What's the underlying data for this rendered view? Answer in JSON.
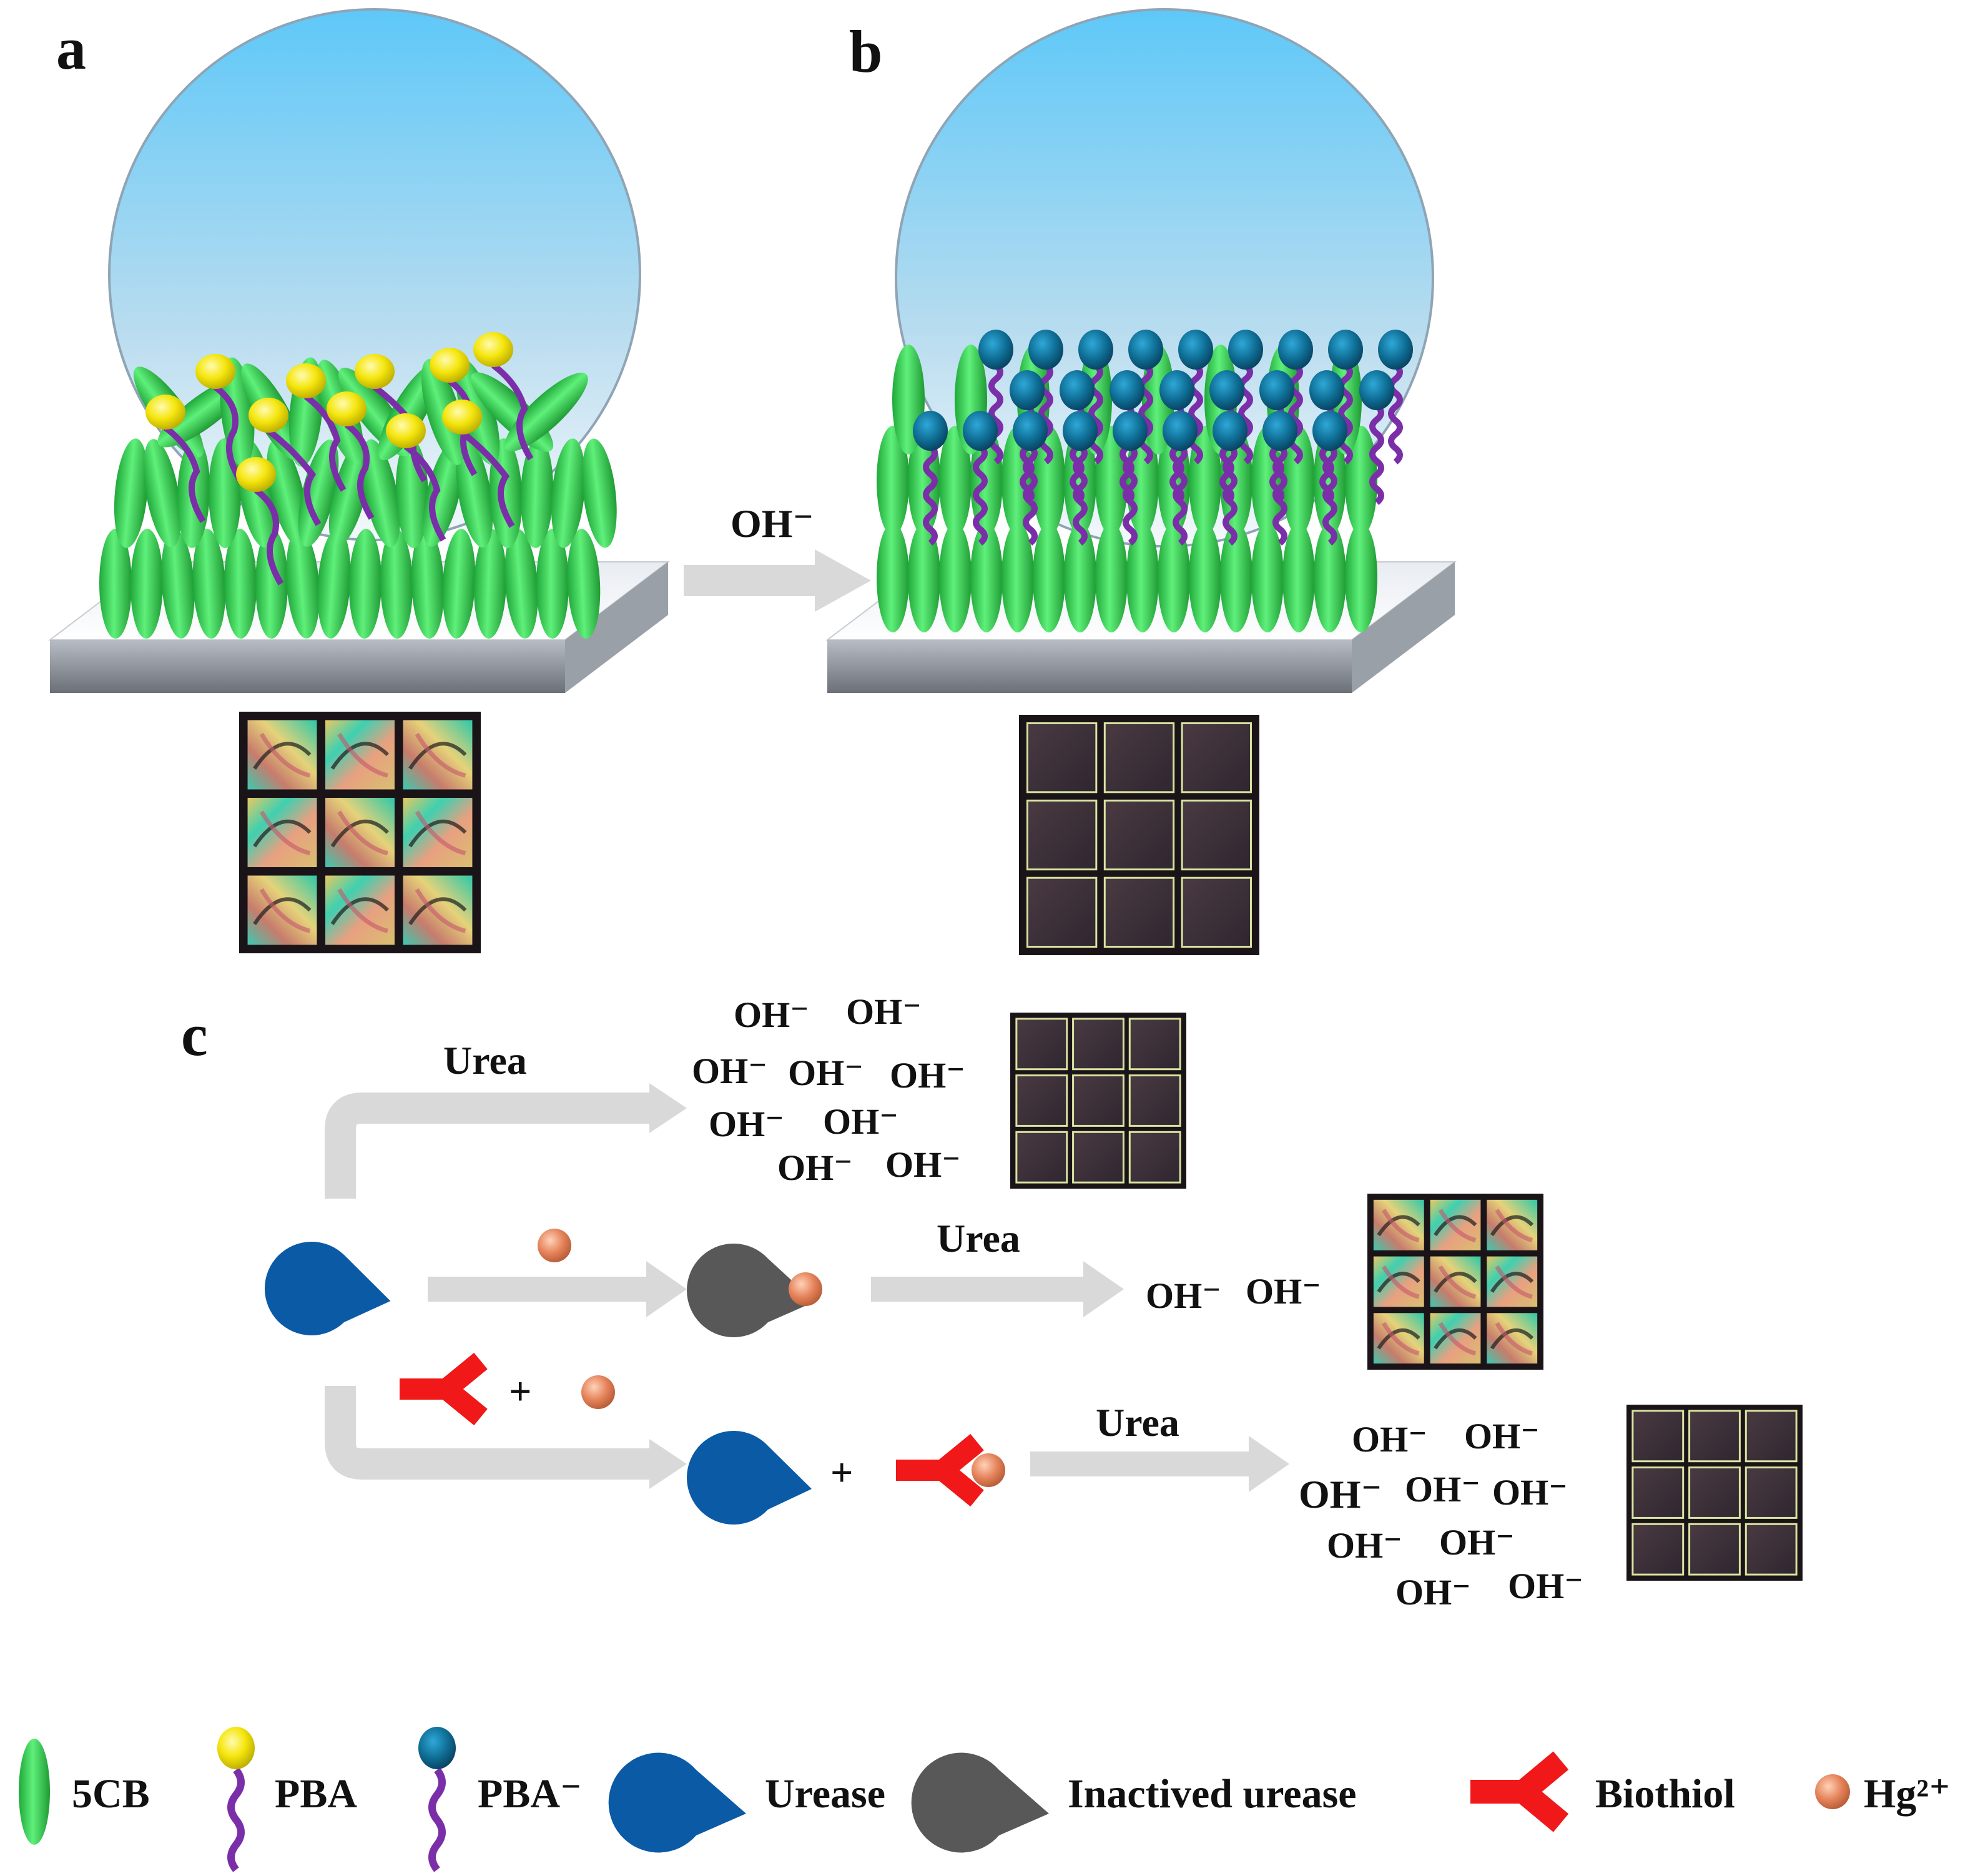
{
  "panels": {
    "a": "a",
    "b": "b",
    "c": "c"
  },
  "reaction_ab": {
    "reagent": "OH⁻"
  },
  "panel_c": {
    "row1": {
      "reagent": "Urea",
      "products": [
        "OH⁻",
        "OH⁻",
        "OH⁻",
        "OH⁻",
        "OH⁻",
        "OH⁻",
        "OH⁻",
        "OH⁻",
        "OH⁻"
      ]
    },
    "row2": {
      "reagent": "Urea",
      "products": [
        "OH⁻",
        "OH⁻"
      ]
    },
    "row3": {
      "plus1": "+",
      "plus2": "+",
      "reagent": "Urea",
      "products": [
        "OH⁻",
        "OH⁻",
        "OH⁻",
        "OH⁻",
        "OH⁻",
        "OH⁻",
        "OH⁻",
        "OH⁻",
        "OH⁻"
      ]
    }
  },
  "legend": [
    {
      "key": "5cb",
      "label": "5CB"
    },
    {
      "key": "pba",
      "label": "PBA"
    },
    {
      "key": "pba-ion",
      "label": "PBA⁻"
    },
    {
      "key": "urease",
      "label": "Urease"
    },
    {
      "key": "inactive-urease",
      "label": "Inactived urease"
    },
    {
      "key": "biothiol",
      "label": "Biothiol"
    },
    {
      "key": "hg",
      "label": "Hg²⁺"
    }
  ],
  "colors": {
    "lc_green": "#3fd45a",
    "pba_yellow": "#f2e20a",
    "pba_ion_blue": "#0f6f96",
    "chain_purple": "#7a2fa8",
    "urease_blue": "#0b5aa6",
    "inactive_gray": "#585858",
    "biothiol_red": "#f01818",
    "hg_orange": "#e5835a",
    "arrow_gray": "#d9d9d9",
    "droplet_blue": "#7fc9f2"
  }
}
